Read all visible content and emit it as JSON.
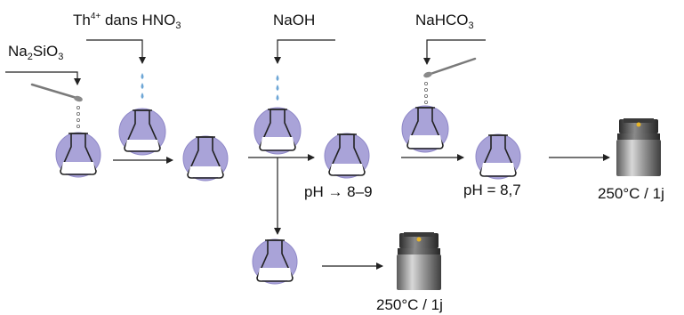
{
  "reagents": {
    "sodium_silicate": {
      "main": "Na",
      "sub1": "2",
      "mid": "SiO",
      "sub2": "3"
    },
    "thorium": {
      "main": "Th",
      "sup": "4+",
      "mid": " dans HNO",
      "sub": "3"
    },
    "sodium_hydroxide": {
      "text": "NaOH"
    },
    "sodium_bicarbonate": {
      "main": "NaHCO",
      "sub": "3"
    }
  },
  "conditions": {
    "ph_step1": "pH → 8–9",
    "ph_step2": "pH = 8,7",
    "heating_main": "250°C / 1j",
    "heating_branch": "250°C / 1j"
  },
  "colors": {
    "halo": "#a9a3d8",
    "halo_edge": "#8f88c8",
    "liquid": "#ffffff",
    "drop": "#6fa7d6",
    "line": "#222222"
  }
}
